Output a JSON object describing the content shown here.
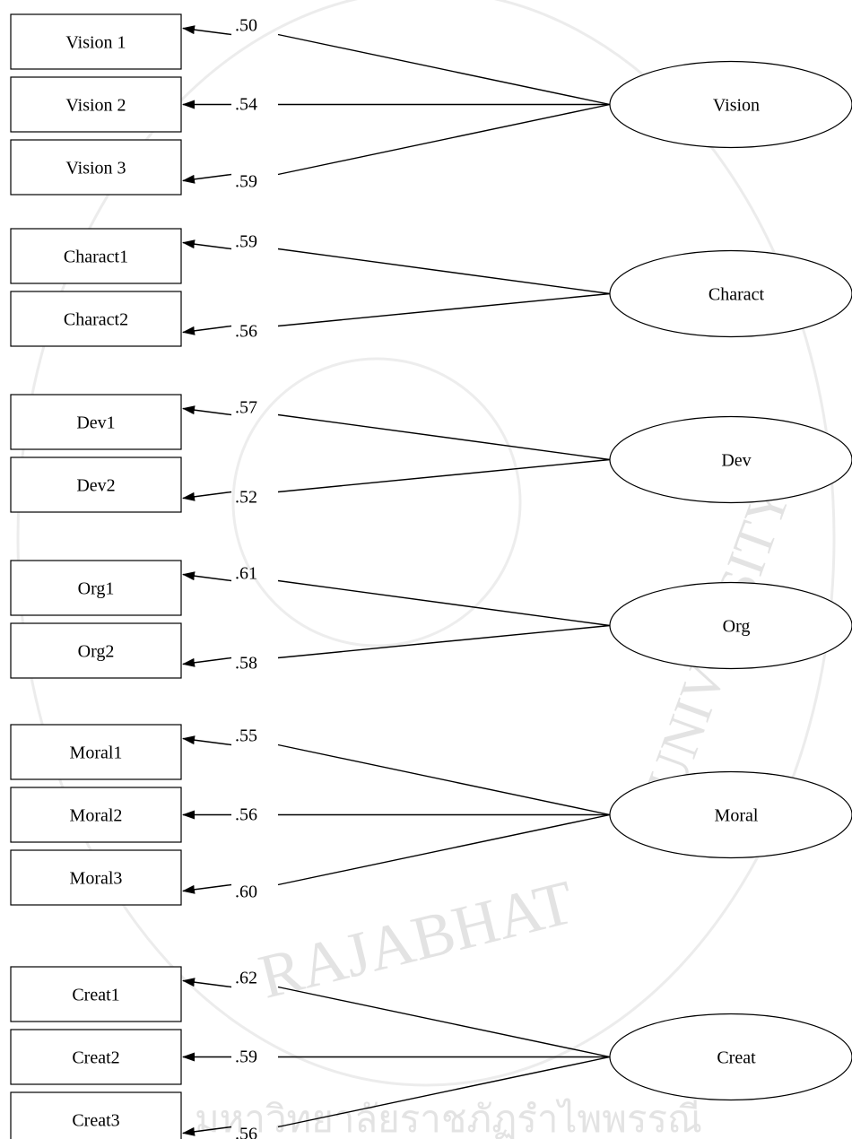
{
  "watermark": {
    "bottom_text": "RAJABHAT",
    "right_text": "UNIVERSITY",
    "thai_text": "มหาวิทยาลัยราชภัฏรำไพพรรณี"
  },
  "factors": [
    {
      "name": "Vision",
      "indicators": [
        {
          "label": "Vision 1",
          "loading": ".50"
        },
        {
          "label": "Vision 2",
          "loading": ".54"
        },
        {
          "label": "Vision 3",
          "loading": ".59"
        }
      ]
    },
    {
      "name": "Charact",
      "indicators": [
        {
          "label": "Charact1",
          "loading": ".59"
        },
        {
          "label": "Charact2",
          "loading": ".56"
        }
      ]
    },
    {
      "name": "Dev",
      "indicators": [
        {
          "label": "Dev1",
          "loading": ".57"
        },
        {
          "label": "Dev2",
          "loading": ".52"
        }
      ]
    },
    {
      "name": "Org",
      "indicators": [
        {
          "label": "Org1",
          "loading": ".61"
        },
        {
          "label": "Org2",
          "loading": ".58"
        }
      ]
    },
    {
      "name": "Moral",
      "indicators": [
        {
          "label": "Moral1",
          "loading": ".55"
        },
        {
          "label": "Moral2",
          "loading": ".56"
        },
        {
          "label": "Moral3",
          "loading": ".60"
        }
      ]
    },
    {
      "name": "Creat",
      "indicators": [
        {
          "label": "Creat1",
          "loading": ".62"
        },
        {
          "label": "Creat2",
          "loading": ".59"
        },
        {
          "label": "Creat3",
          "loading": ".56"
        }
      ]
    }
  ]
}
